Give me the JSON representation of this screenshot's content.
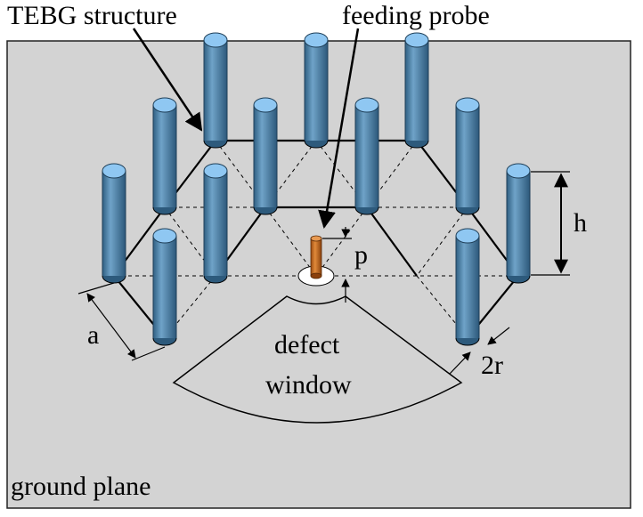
{
  "labels": {
    "tebg": "TEBG structure",
    "probe": "feeding probe",
    "defect_line1": "defect",
    "defect_line2": "window",
    "ground": "ground plane",
    "a": "a",
    "h": "h",
    "p": "p",
    "r": "2r"
  },
  "colors": {
    "ground_plane": "#d3d3d3",
    "rod_body": "#4a82a8",
    "rod_top": "#8fc7f2",
    "probe": "#c8661a",
    "outline": "#000000"
  }
}
